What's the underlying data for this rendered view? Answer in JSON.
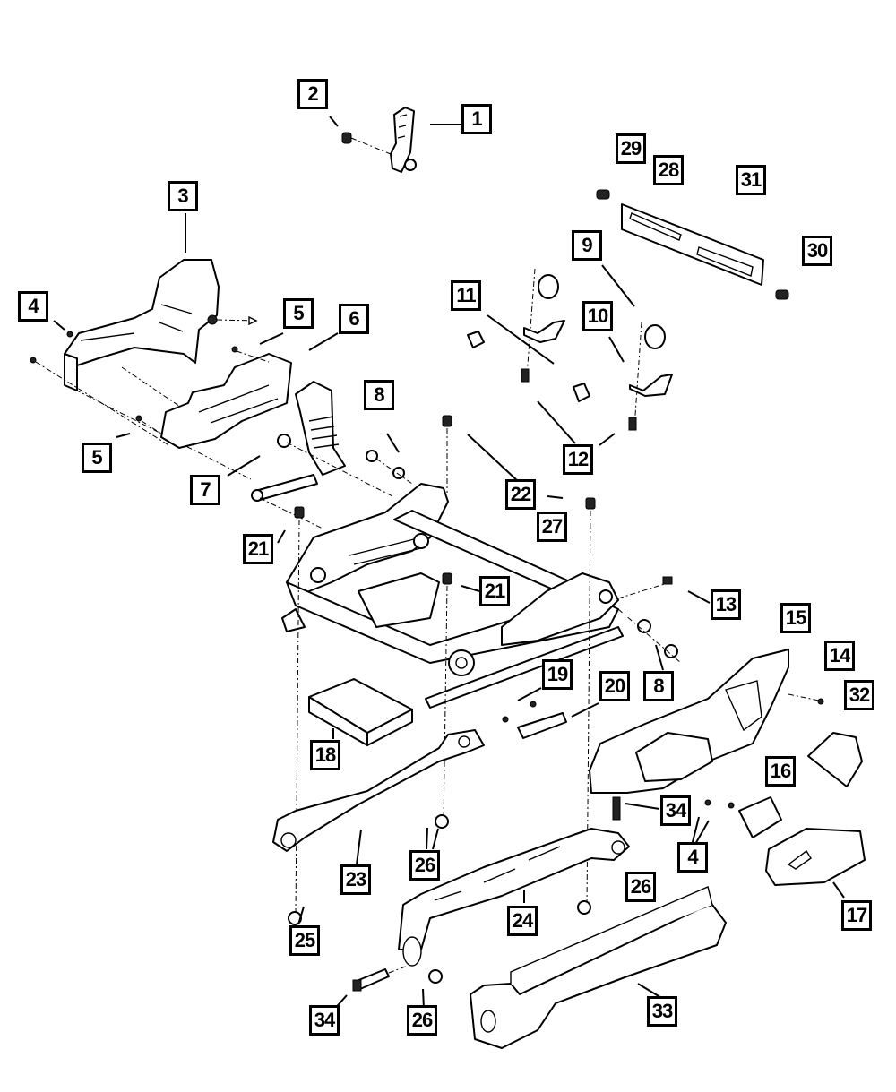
{
  "diagram": {
    "title": "Seat Adjuster, Recliner and Shields Exploded View",
    "colors": {
      "line": "#000000",
      "background": "#ffffff"
    },
    "callouts": [
      {
        "id": "c1",
        "label": "1"
      },
      {
        "id": "c2",
        "label": "2"
      },
      {
        "id": "c3",
        "label": "3"
      },
      {
        "id": "c4a",
        "label": "4"
      },
      {
        "id": "c5a",
        "label": "5"
      },
      {
        "id": "c6",
        "label": "6"
      },
      {
        "id": "c5b",
        "label": "5"
      },
      {
        "id": "c7",
        "label": "7"
      },
      {
        "id": "c8a",
        "label": "8"
      },
      {
        "id": "c9",
        "label": "9"
      },
      {
        "id": "c10",
        "label": "10"
      },
      {
        "id": "c11",
        "label": "11"
      },
      {
        "id": "c12",
        "label": "12"
      },
      {
        "id": "c13",
        "label": "13"
      },
      {
        "id": "c14",
        "label": "14"
      },
      {
        "id": "c15",
        "label": "15"
      },
      {
        "id": "c16",
        "label": "16"
      },
      {
        "id": "c17",
        "label": "17"
      },
      {
        "id": "c18",
        "label": "18"
      },
      {
        "id": "c19",
        "label": "19"
      },
      {
        "id": "c20",
        "label": "20"
      },
      {
        "id": "c21a",
        "label": "21"
      },
      {
        "id": "c21b",
        "label": "21"
      },
      {
        "id": "c22",
        "label": "22"
      },
      {
        "id": "c23",
        "label": "23"
      },
      {
        "id": "c24",
        "label": "24"
      },
      {
        "id": "c25",
        "label": "25"
      },
      {
        "id": "c26a",
        "label": "26"
      },
      {
        "id": "c26b",
        "label": "26"
      },
      {
        "id": "c26c",
        "label": "26"
      },
      {
        "id": "c27",
        "label": "27"
      },
      {
        "id": "c28",
        "label": "28"
      },
      {
        "id": "c29",
        "label": "29"
      },
      {
        "id": "c30",
        "label": "30"
      },
      {
        "id": "c31",
        "label": "31"
      },
      {
        "id": "c32",
        "label": "32"
      },
      {
        "id": "c33",
        "label": "33"
      },
      {
        "id": "c34a",
        "label": "34"
      },
      {
        "id": "c34b",
        "label": "34"
      },
      {
        "id": "c8b",
        "label": "8"
      },
      {
        "id": "c4b",
        "label": "4"
      }
    ],
    "parts": [
      "recline-handle",
      "handle-screw",
      "inboard-shield",
      "shield-screw",
      "recliner-bracket",
      "seat-belt-buckle",
      "torque-tube",
      "pivot-bolt",
      "motor-cover",
      "motor-mount",
      "motor-bracket",
      "wire-clip",
      "spring",
      "outboard-shield",
      "power-switch",
      "switch-bezel",
      "seat-module",
      "wire-harness-bracket",
      "harness-clip",
      "stud-bolt",
      "seat-adjuster-frame",
      "riser-front",
      "riser-rear",
      "nut",
      "track-cover",
      "pin",
      "cross-panel"
    ]
  }
}
